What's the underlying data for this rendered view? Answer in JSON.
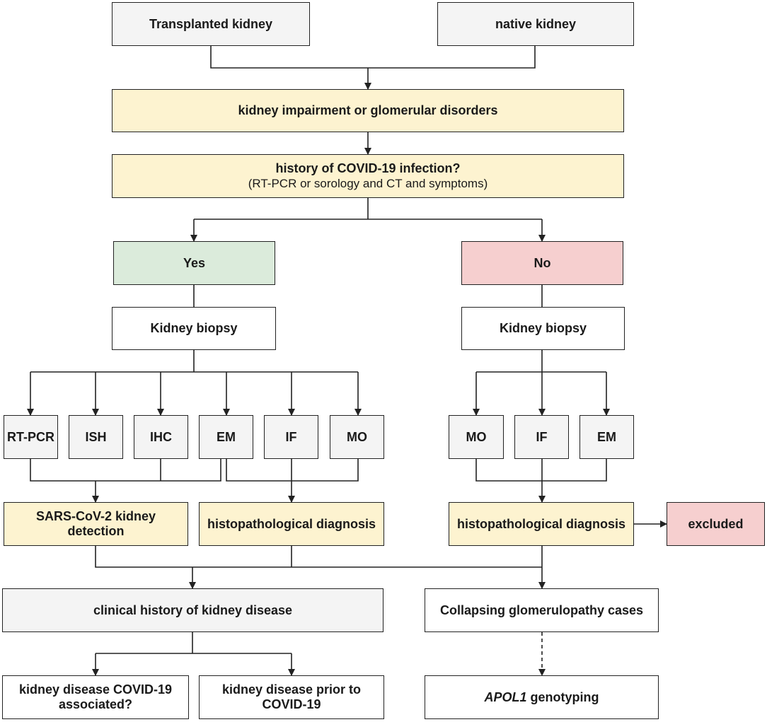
{
  "colors": {
    "neutral": "#f4f4f4",
    "process": "#fdf3d0",
    "yes": "#dbebdb",
    "no": "#f6cfcf",
    "plain": "#ffffff",
    "line": "#222222"
  },
  "nodes": {
    "transplanted": "Transplanted kidney",
    "native": "native kidney",
    "impairment": "kidney impairment or glomerular disorders",
    "history_title": "history of COVID-19 infection?",
    "history_sub": "(RT-PCR or sorology and CT and symptoms)",
    "yes": "Yes",
    "no": "No",
    "biopsy_yes": "Kidney biopsy",
    "biopsy_no": "Kidney biopsy",
    "yes_tests": [
      "RT-PCR",
      "ISH",
      "IHC",
      "EM",
      "IF",
      "MO"
    ],
    "no_tests": [
      "MO",
      "IF",
      "EM"
    ],
    "sars_line1": "SARS-CoV-2 kidney",
    "sars_line2": "detection",
    "histo_yes": "histopathological diagnosis",
    "histo_no": "histopathological diagnosis",
    "excluded": "excluded",
    "clinical": "clinical history of kidney disease",
    "collapsing": "Collapsing glomerulopathy cases",
    "assoc_line1": "kidney disease COVID-19",
    "assoc_line2": "associated?",
    "prior_line1": "kidney disease prior to",
    "prior_line2": "COVID-19",
    "apol1_gene": "APOL1",
    "apol1_rest": " genotyping"
  }
}
